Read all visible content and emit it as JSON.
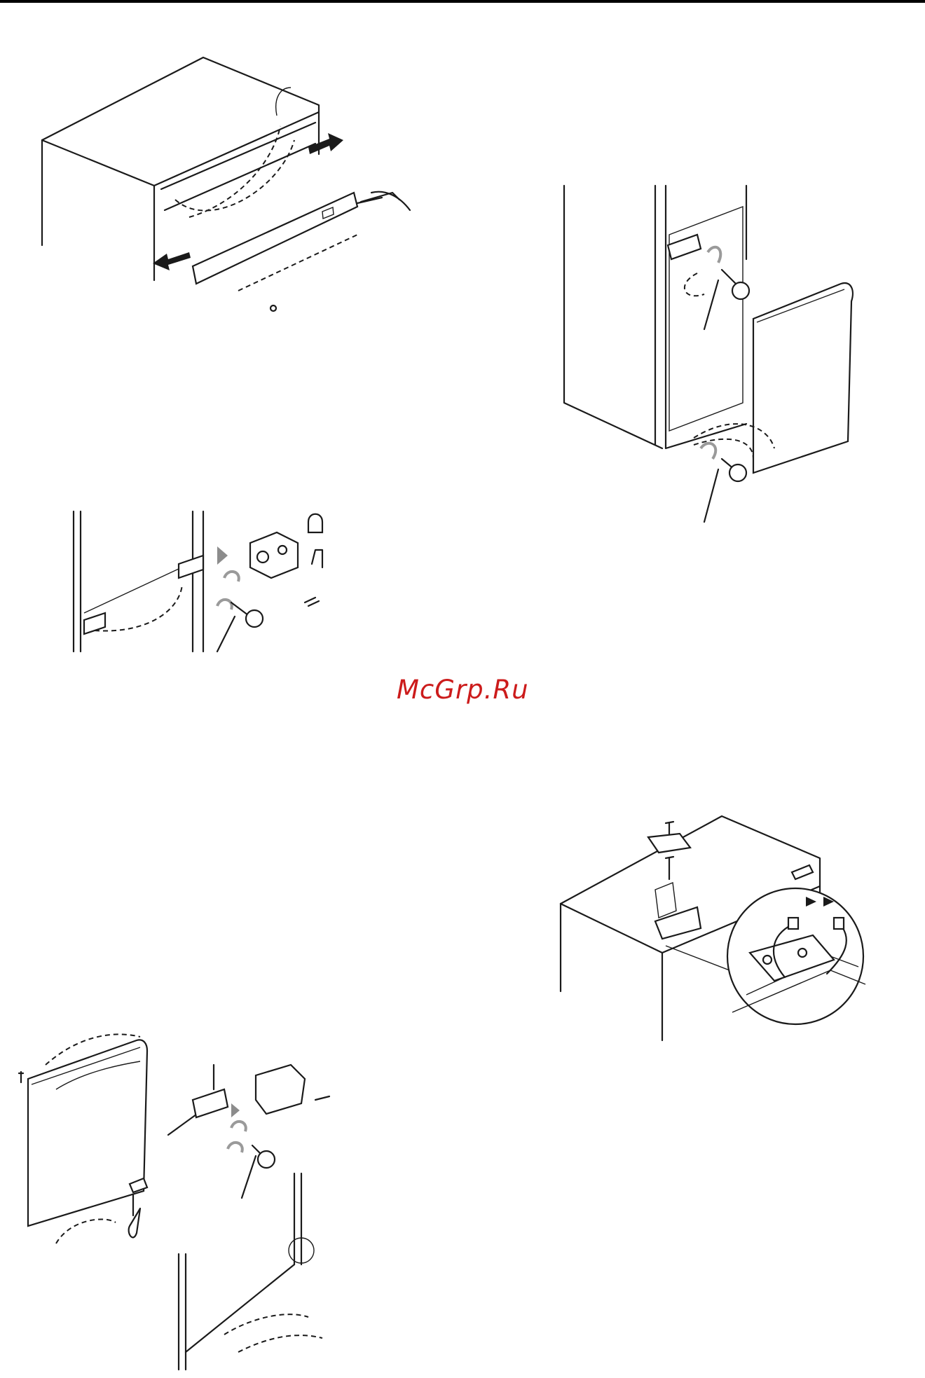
{
  "watermark": {
    "text": "McGrp.Ru",
    "color": "#cc1b1b"
  },
  "figures": [
    {
      "name": "rear-panel-removal",
      "icons": [
        "screwdriver-icon",
        "pull-arrow-icon",
        "screw-icon"
      ]
    },
    {
      "name": "upper-hinge-removal",
      "icons": [
        "wrench-icon",
        "rotate-arrow-icon"
      ]
    },
    {
      "name": "middle-hinge-removal",
      "icons": [
        "hinge-icon",
        "cap-icon",
        "screw-icon",
        "wrench-icon",
        "push-arrow-icon"
      ]
    },
    {
      "name": "top-cover-cable",
      "icons": [
        "screw-icon",
        "cover-plate-icon",
        "magnify-circle-icon"
      ]
    },
    {
      "name": "door-reinstall",
      "icons": [
        "door-icon",
        "hinge-icon",
        "wrench-icon",
        "screwdriver-icon",
        "magnify-circle-icon"
      ]
    }
  ]
}
